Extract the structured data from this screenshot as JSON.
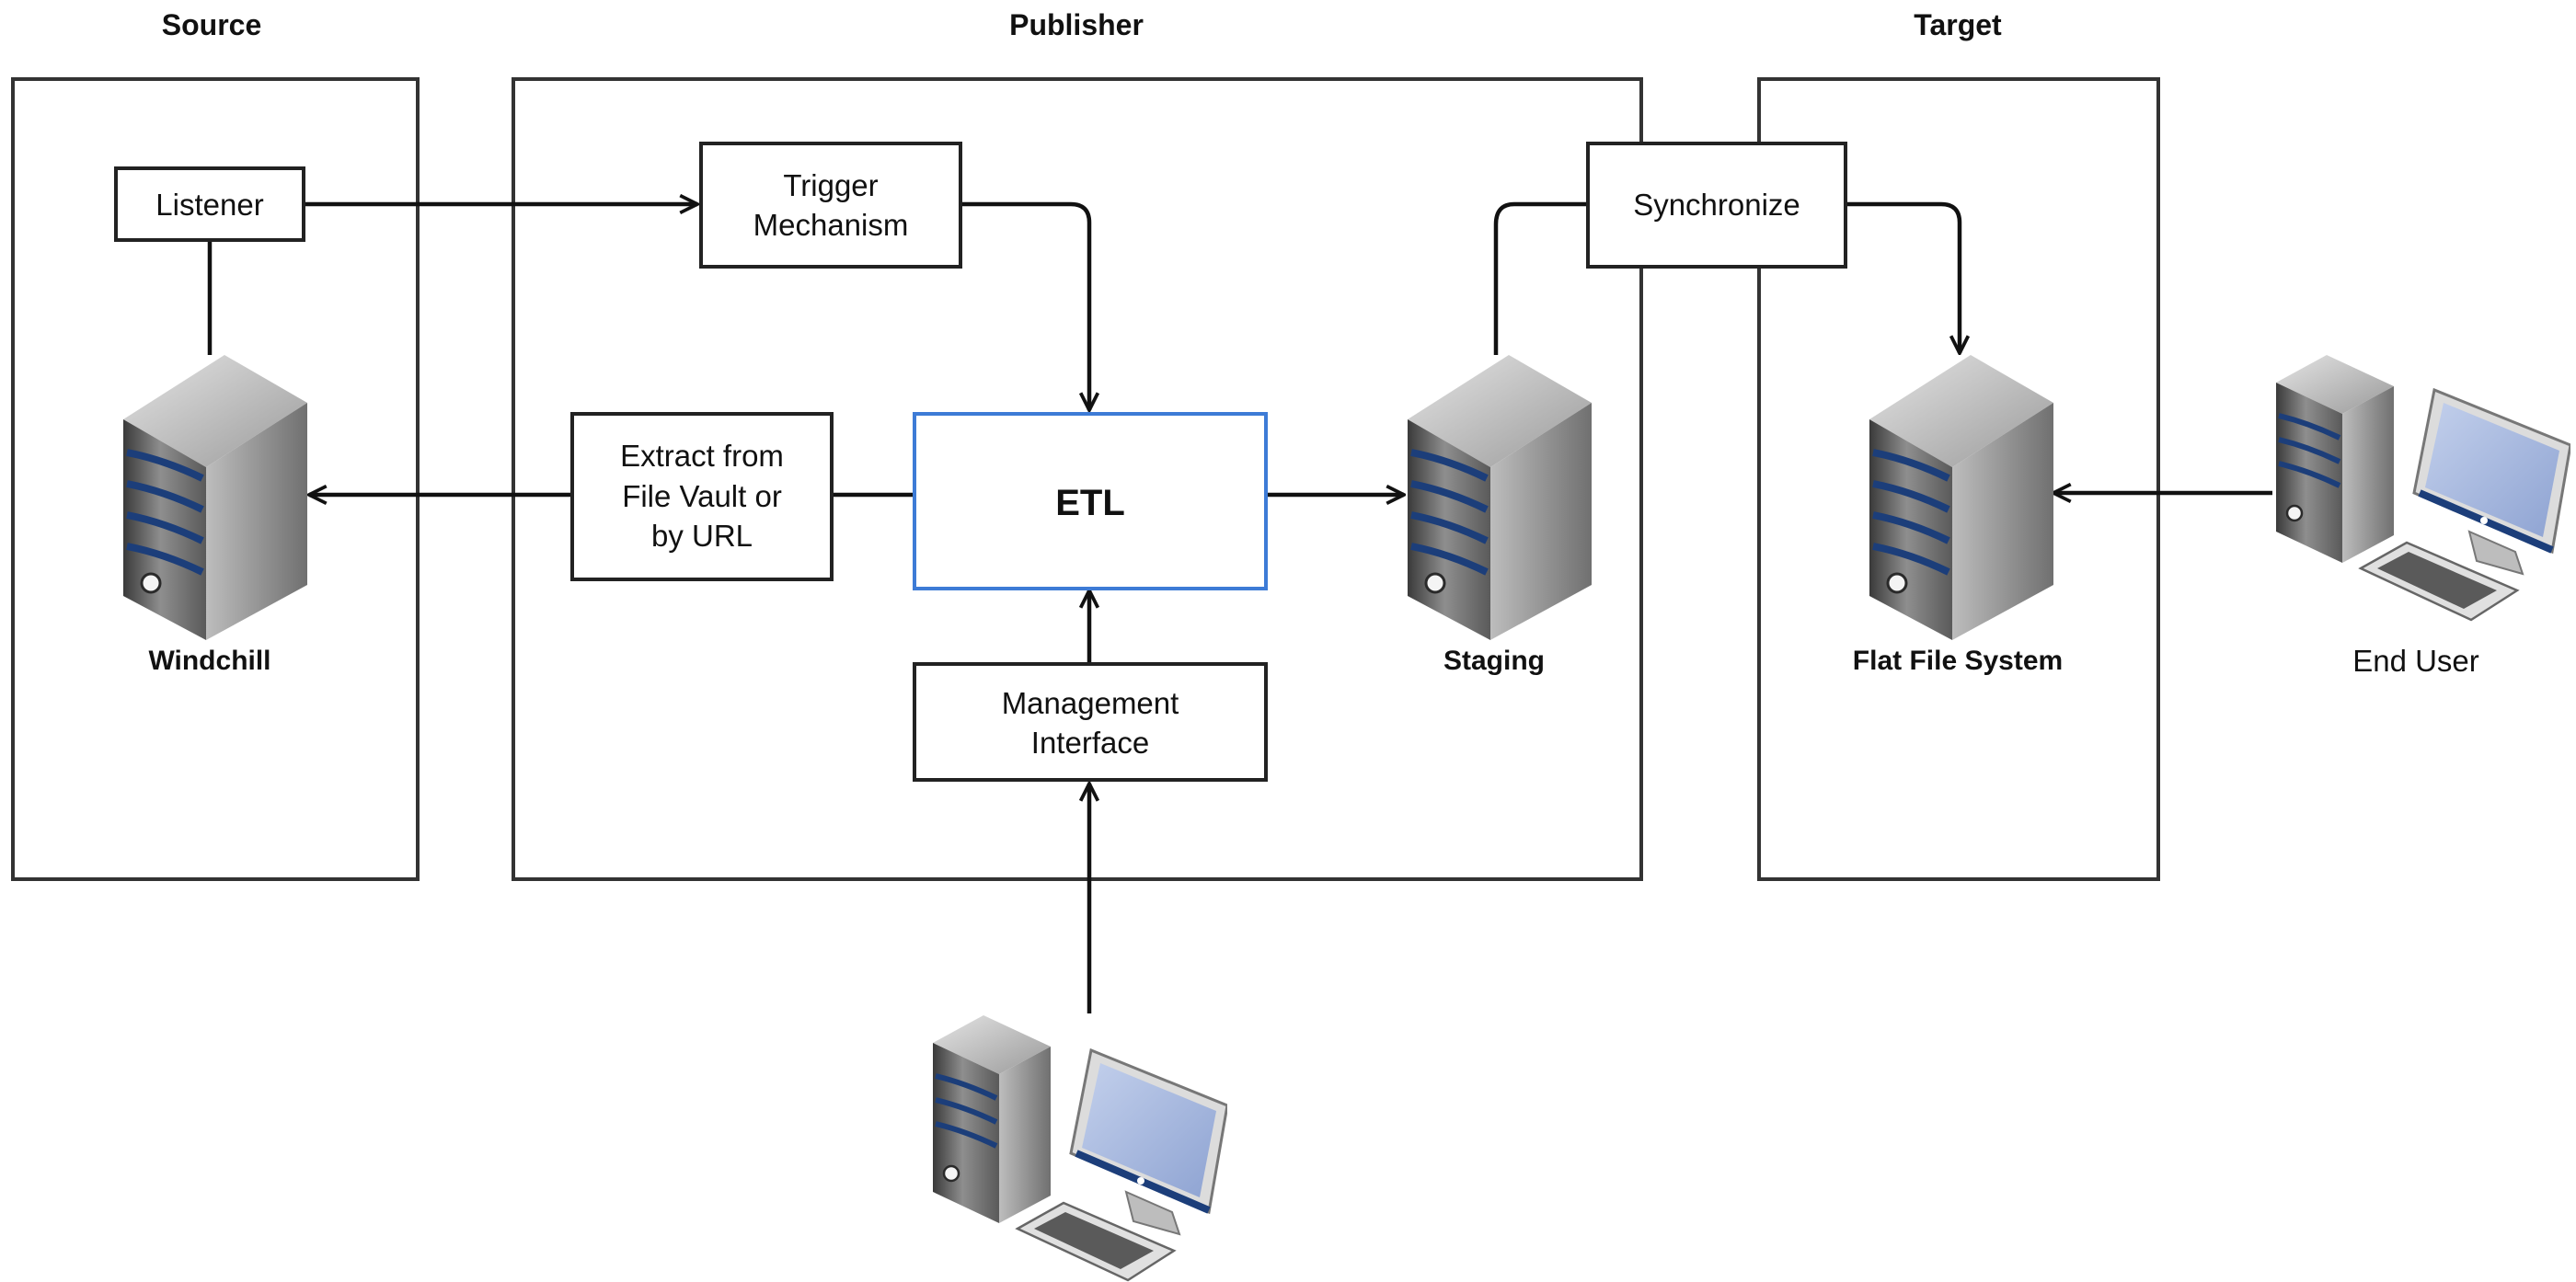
{
  "sections": {
    "source": "Source",
    "publisher": "Publisher",
    "target": "Target"
  },
  "nodes": {
    "listener": "Listener",
    "trigger": [
      "Trigger",
      "Mechanism"
    ],
    "synchronize": "Synchronize",
    "extract": [
      "Extract from",
      "File Vault or",
      "by URL"
    ],
    "etl": "ETL",
    "management": [
      "Management",
      "Interface"
    ]
  },
  "captions": {
    "windchill": "Windchill",
    "staging": "Staging",
    "flat_file_system": "Flat File System",
    "end_user": "End User"
  },
  "icons": {
    "server": "server-icon",
    "workstation": "workstation-icon"
  },
  "colors": {
    "etl_border": "#3d7bd6",
    "server_stripe": "#1c3e7a",
    "monitor_screen": "#a4b6de"
  }
}
